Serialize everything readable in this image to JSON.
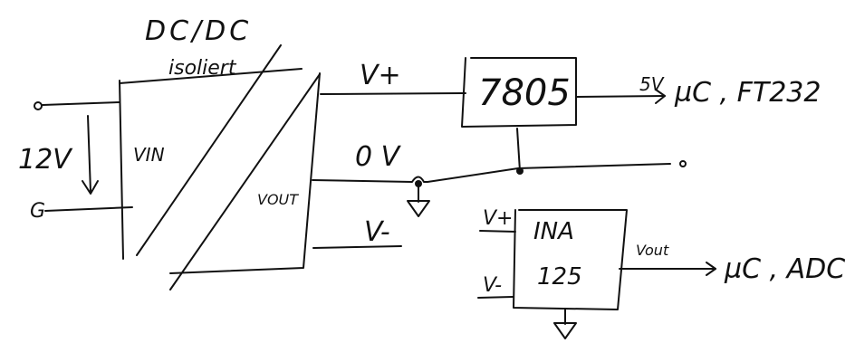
{
  "converter": {
    "title": "DC/DC",
    "subtitle": "isoliert",
    "vin_label": "VIN",
    "vout_label": "VOUT"
  },
  "input": {
    "voltage": "12V",
    "terminal_top": "o",
    "terminal_bottom": "G"
  },
  "rails": {
    "vplus": "V+",
    "zero": "0 V",
    "vminus": "V-"
  },
  "regulator": {
    "name": "7805",
    "output_voltage": "5V",
    "destination": "µC , FT232"
  },
  "amplifier": {
    "line1": "INA",
    "line2": "125",
    "in_plus": "V+",
    "in_minus": "V-",
    "out_label": "Vout",
    "destination": "µC , ADC"
  }
}
